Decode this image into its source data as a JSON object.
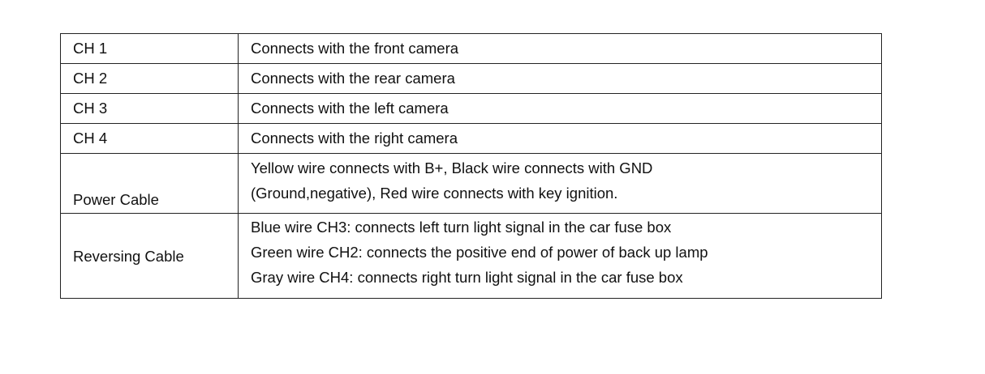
{
  "rows": [
    {
      "label": "CH 1",
      "lines": [
        "Connects with the front camera"
      ]
    },
    {
      "label": "CH 2",
      "lines": [
        "Connects with the rear camera"
      ]
    },
    {
      "label": "CH 3",
      "lines": [
        "Connects with the left camera"
      ]
    },
    {
      "label": "CH 4",
      "lines": [
        "Connects with the right camera"
      ]
    },
    {
      "label": "Power Cable",
      "lines": [
        "Yellow wire connects with B+, Black wire connects with GND",
        "(Ground,negative), Red wire connects with key ignition."
      ]
    },
    {
      "label": "Reversing Cable",
      "lines": [
        "Blue wire CH3: connects left turn light signal in the car fuse box",
        "Green wire CH2: connects the positive end of power of back up lamp",
        "Gray wire CH4: connects right turn light signal in the car fuse box"
      ]
    }
  ]
}
